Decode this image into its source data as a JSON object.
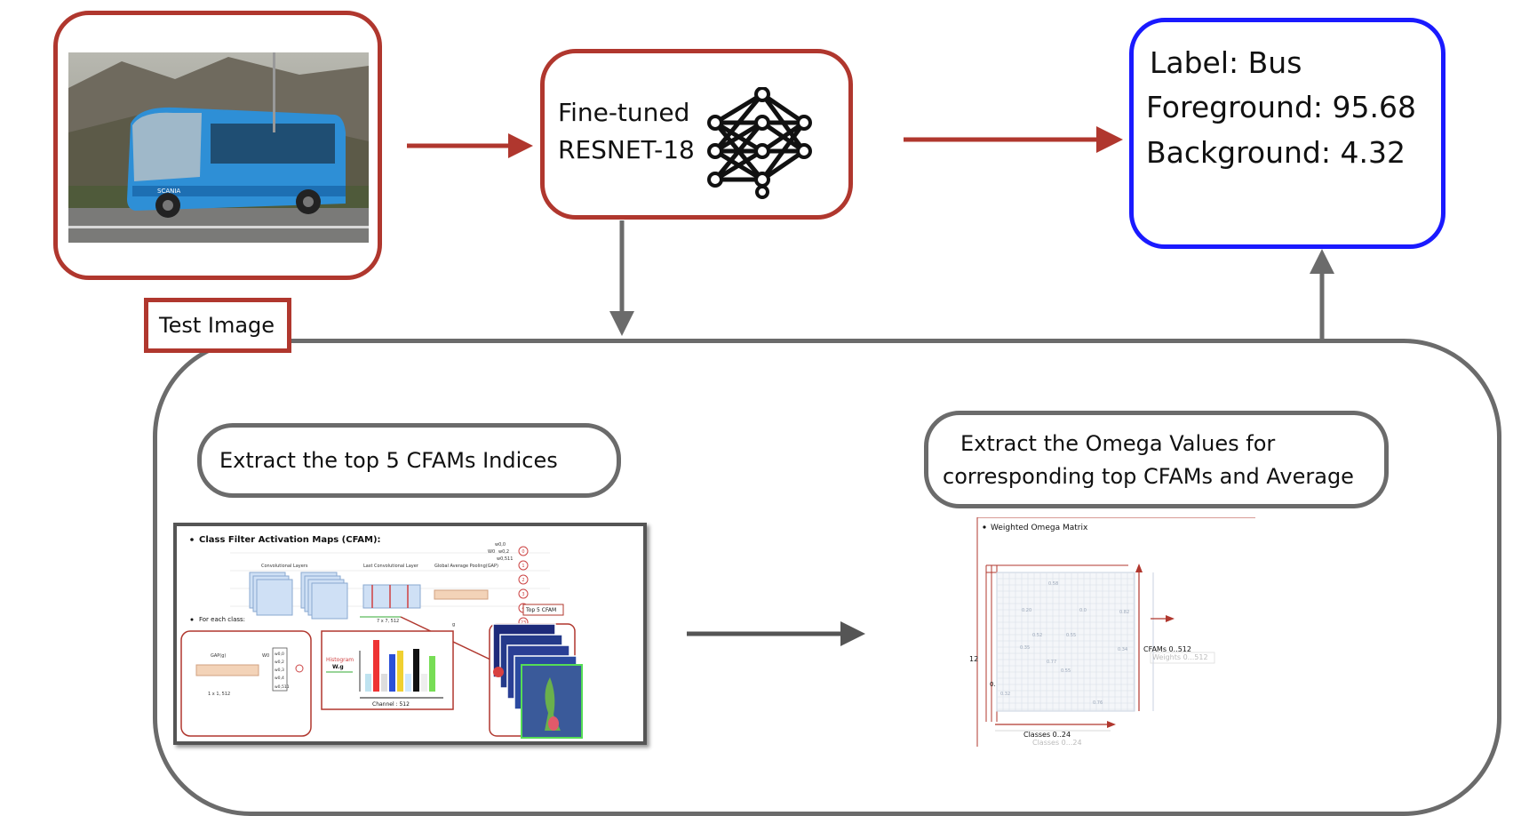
{
  "test_image": {
    "caption": "Test Image",
    "photo": "bus photograph",
    "logo_text": "SCANIA"
  },
  "model": {
    "line1": "Fine-tuned",
    "line2": "RESNET-18",
    "icon": "neural-network-icon"
  },
  "output": {
    "label": "Label: Bus",
    "foreground": "Foreground: 95.68",
    "background": "Background:  4.32"
  },
  "step1": {
    "title": "Extract the top 5 CFAMs Indices"
  },
  "step2": {
    "line1": "Extract the Omega Values for",
    "line2": "corresponding top CFAMs and Average"
  },
  "cfam_panel": {
    "heading": "Class Filter Activation Maps (CFAM):",
    "conv_label": "Convolutional Layers",
    "last_conv_label": "Last Convolutional Layer",
    "gap_label": "Global Average Pooling(GAP)",
    "dim_label": "7 x 7, 512",
    "w_label": "W0",
    "w_values": [
      "w0,0",
      "w0,2",
      "w0,511"
    ],
    "circle_labels": [
      "0",
      "1",
      "2",
      "3",
      "4",
      "23"
    ],
    "g_label": "g",
    "for_each": "For each class:",
    "gapg": "GAP(g)",
    "dim2": "1 x 1, 512",
    "w_list": [
      "w0,0",
      "w0,2",
      "w0,3",
      "w0,4",
      "w0,511"
    ],
    "w0": "W0",
    "histogram_label": "Histogram",
    "wg_label": "W.g",
    "channel_label": "Channel : 512",
    "top5": "Top 5 CFAM"
  },
  "omega_panel": {
    "heading": "Weighted Omega Matrix",
    "y_label": "12",
    "y_label2": "0.",
    "right_label": "CFAMs 0..512",
    "right_label_ghost": "Weights 0...512",
    "bottom_label": "Classes 0..24",
    "bottom_label_ghost": "Classes 0...24",
    "cell_values": [
      "0.58",
      "0.20",
      "0.0",
      "0.82",
      "0.52",
      "0.55",
      "0.35",
      "0.34",
      "0.77",
      "0.55",
      "0.32",
      "0.76"
    ]
  },
  "colors": {
    "red": "#b0372e",
    "blue": "#1a1aff",
    "grey": "#6b6b6b"
  }
}
